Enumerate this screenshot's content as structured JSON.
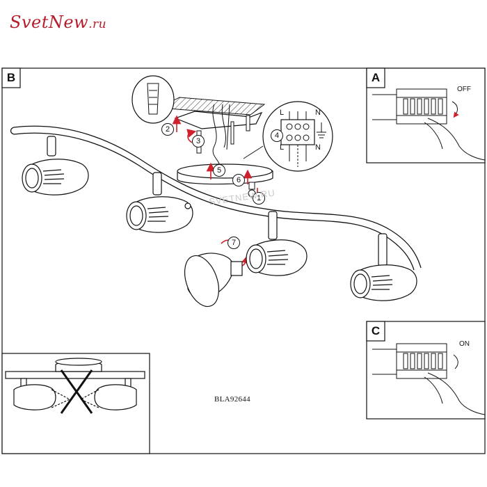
{
  "logo": {
    "brand": "SvetNew",
    "tld": ".ru"
  },
  "panels": {
    "main": "B",
    "top_right": "A",
    "bottom_right": "C"
  },
  "switch": {
    "off": "OFF",
    "on": "ON"
  },
  "model": "BLA92644",
  "watermark": "SVETNEW.RU",
  "steps": [
    "1",
    "2",
    "3",
    "4",
    "5",
    "6",
    "7"
  ],
  "terminals": {
    "live": "L",
    "neutral": "N"
  },
  "colors": {
    "logo": "#b51d2a",
    "line": "#111111",
    "accent": "#d0202c"
  }
}
